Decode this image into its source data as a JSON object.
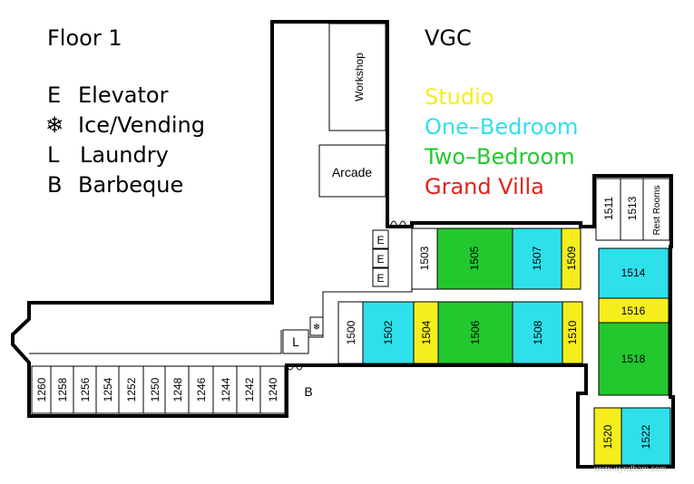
{
  "legend": {
    "title": "Floor 1",
    "items": [
      {
        "symbol": "E",
        "label": "Elevator"
      },
      {
        "symbol": "❄",
        "label": "Ice/Vending"
      },
      {
        "symbol": "L",
        "label": "Laundry"
      },
      {
        "symbol": "B",
        "label": "Barbeque"
      }
    ]
  },
  "key": {
    "title": "VGC",
    "items": [
      {
        "label": "Studio",
        "color": "#f5ee1c"
      },
      {
        "label": "One–Bedroom",
        "color": "#2ee0ea"
      },
      {
        "label": "Two–Bedroom",
        "color": "#22c82e"
      },
      {
        "label": "Grand Villa",
        "color": "#e8201c"
      }
    ]
  },
  "facilities": {
    "workshop": "Workshop",
    "arcade": "Arcade",
    "rest_rooms": "Rest Rooms",
    "laundry": "L",
    "barbeque": "B",
    "ice": "❄",
    "elevator": "E"
  },
  "rooms": {
    "r1260": "1260",
    "r1258": "1258",
    "r1256": "1256",
    "r1254": "1254",
    "r1252": "1252",
    "r1250": "1250",
    "r1248": "1248",
    "r1246": "1246",
    "r1244": "1244",
    "r1242": "1242",
    "r1240": "1240",
    "r1500": "1500",
    "r1502": "1502",
    "r1503": "1503",
    "r1504": "1504",
    "r1505": "1505",
    "r1506": "1506",
    "r1507": "1507",
    "r1508": "1508",
    "r1509": "1509",
    "r1510": "1510",
    "r1511": "1511",
    "r1513": "1513",
    "r1514": "1514",
    "r1516": "1516",
    "r1518": "1518",
    "r1520": "1520",
    "r1522": "1522"
  },
  "watermark": "www.wyndham.com"
}
